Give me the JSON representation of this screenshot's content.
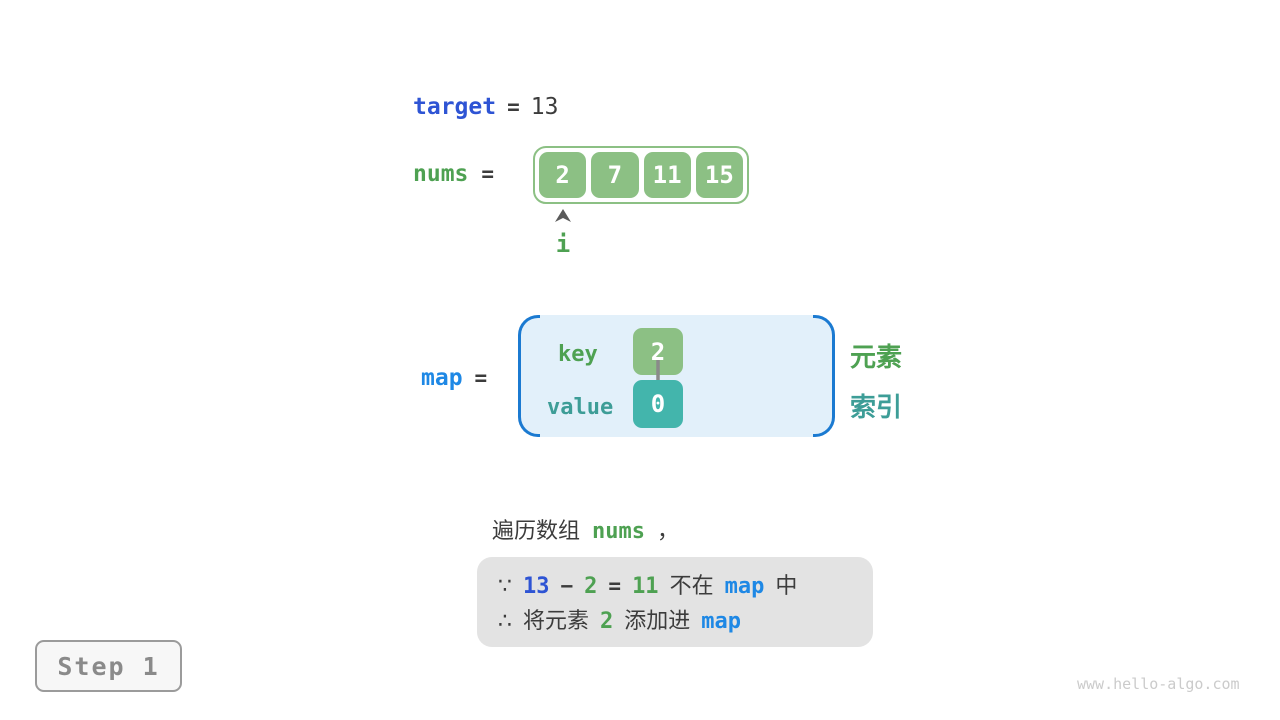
{
  "colors": {
    "accent_blue_strong": "#2E54D4",
    "accent_blue_bright": "#1E88E5",
    "map_paren_blue": "#1B7AD1",
    "map_fill_blue": "#E2F0FA",
    "green_text": "#4EA152",
    "green_fill": "#8CC084",
    "teal_text": "#3D9D97",
    "teal_fill": "#43B5AC",
    "dark_text": "#3C3C3C",
    "note_fill": "#E3E3E3"
  },
  "icons": {
    "pointer": "arrow-up-icon",
    "key_to_value": "arrow-down-icon"
  },
  "target_line": {
    "label": "target",
    "equals": "=",
    "value": "13"
  },
  "nums_line": {
    "label": "nums",
    "equals": "=",
    "cells": [
      "2",
      "7",
      "11",
      "15"
    ],
    "pointer_label": "i"
  },
  "map_line": {
    "label": "map",
    "equals": "=",
    "key_label": "key",
    "key_cell": "2",
    "value_label": "value",
    "value_cell": "0",
    "element_label": "元素",
    "index_label": "索引"
  },
  "caption": {
    "text_before": "遍历数组",
    "code": "nums",
    "text_after": "，"
  },
  "note_box": {
    "line1": {
      "sign": "∵",
      "minuend": "13",
      "minus": "−",
      "subtrahend": "2",
      "equals": "=",
      "difference": "11",
      "text_mid": "不在",
      "code": "map",
      "text_end": "中"
    },
    "line2": {
      "sign": "∴",
      "text_start": "将元素",
      "num": "2",
      "text_mid": "添加进",
      "code": "map"
    }
  },
  "step_box": {
    "label": "Step 1"
  },
  "watermark": "www.hello-algo.com"
}
